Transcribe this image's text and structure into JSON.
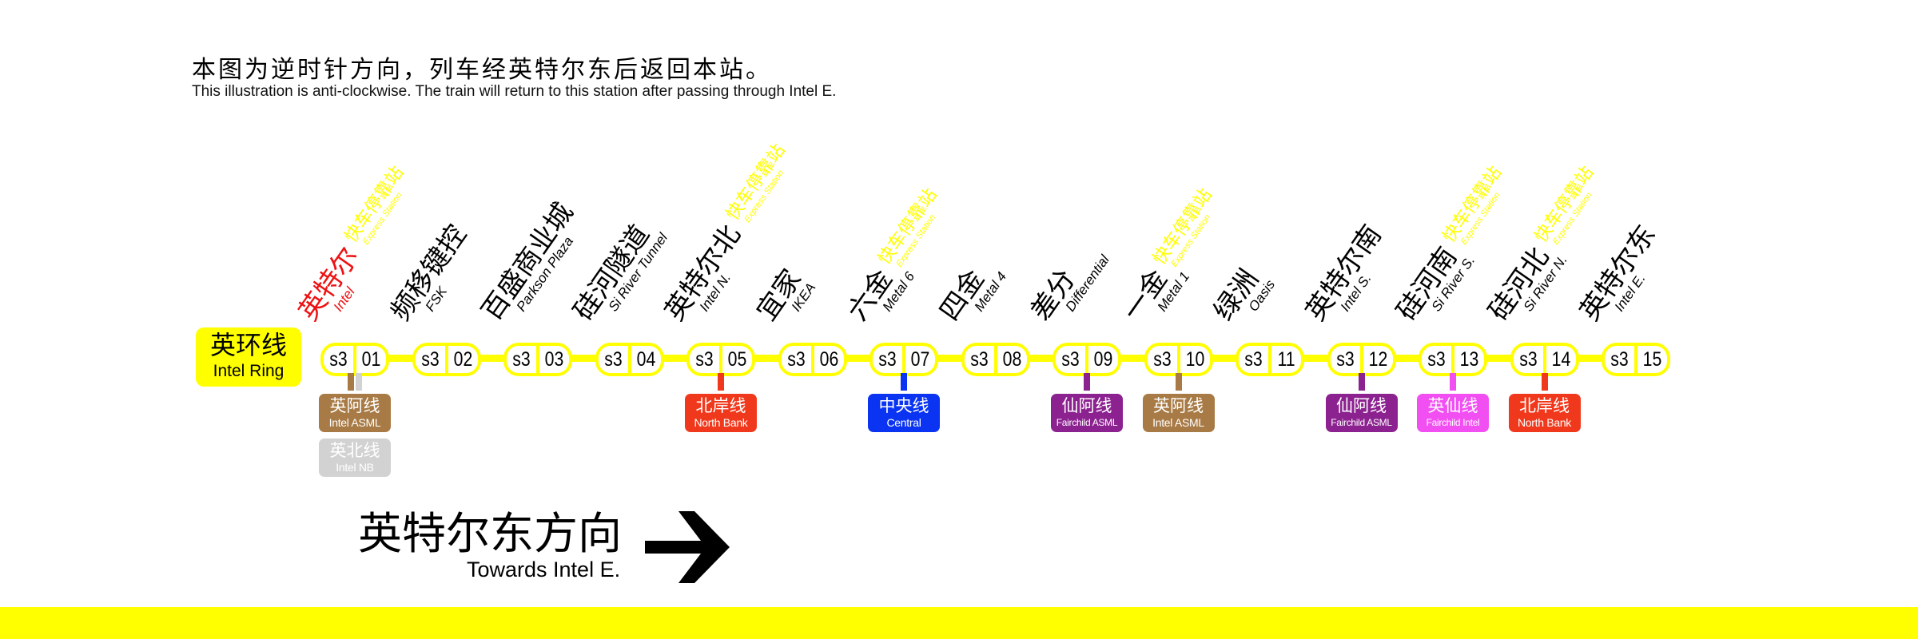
{
  "header": {
    "title_cn": "本图为逆时针方向，列车经英特尔东后返回本站。",
    "title_en": "This illustration is anti-clockwise. The train will return to this station after passing through Intel E."
  },
  "line": {
    "name_cn": "英环线",
    "name_en": "Intel Ring",
    "color": "#ffff00",
    "code": "s3"
  },
  "express": {
    "cn": "快车停靠站",
    "en": "Express Station",
    "color": "#ffff00"
  },
  "stations": [
    {
      "num": "01",
      "cn": "英特尔",
      "en": "Intel",
      "current": true,
      "express": true,
      "transfers": [
        {
          "cn": "英阿线",
          "en": "Intel ASML",
          "color": "#a87a45"
        },
        {
          "cn": "英北线",
          "en": "Intel NB",
          "color": "#d2d2d2"
        }
      ]
    },
    {
      "num": "02",
      "cn": "频移键控",
      "en": "FSK",
      "express": false,
      "transfers": []
    },
    {
      "num": "03",
      "cn": "百盛商业城",
      "en": "Parkson Plaza",
      "express": false,
      "transfers": []
    },
    {
      "num": "04",
      "cn": "硅河隧道",
      "en": "Si River Tunnel",
      "express": false,
      "transfers": []
    },
    {
      "num": "05",
      "cn": "英特尔北",
      "en": "Intel N.",
      "express": true,
      "transfers": [
        {
          "cn": "北岸线",
          "en": "North Bank",
          "color": "#f0391c"
        }
      ]
    },
    {
      "num": "06",
      "cn": "宜家",
      "en": "IKEA",
      "express": false,
      "transfers": []
    },
    {
      "num": "07",
      "cn": "六金",
      "en": "Metal 6",
      "express": true,
      "transfers": [
        {
          "cn": "中央线",
          "en": "Central",
          "color": "#0a34f2"
        }
      ]
    },
    {
      "num": "08",
      "cn": "四金",
      "en": "Metal 4",
      "express": false,
      "transfers": []
    },
    {
      "num": "09",
      "cn": "差分",
      "en": "Differential",
      "express": false,
      "transfers": [
        {
          "cn": "仙阿线",
          "en": "Fairchild ASML",
          "color": "#8c2290"
        }
      ]
    },
    {
      "num": "10",
      "cn": "一金",
      "en": "Metal 1",
      "express": true,
      "transfers": [
        {
          "cn": "英阿线",
          "en": "Intel ASML",
          "color": "#a87a45"
        }
      ]
    },
    {
      "num": "11",
      "cn": "绿洲",
      "en": "Oasis",
      "express": false,
      "transfers": []
    },
    {
      "num": "12",
      "cn": "英特尔南",
      "en": "Intel S.",
      "express": false,
      "transfers": [
        {
          "cn": "仙阿线",
          "en": "Fairchild ASML",
          "color": "#8c2290"
        }
      ]
    },
    {
      "num": "13",
      "cn": "硅河南",
      "en": "Si River S.",
      "express": true,
      "transfers": [
        {
          "cn": "英仙线",
          "en": "Fairchild Intel",
          "color": "#f24ff2"
        }
      ]
    },
    {
      "num": "14",
      "cn": "硅河北",
      "en": "Si River N.",
      "express": true,
      "transfers": [
        {
          "cn": "北岸线",
          "en": "North Bank",
          "color": "#f0391c"
        }
      ]
    },
    {
      "num": "15",
      "cn": "英特尔东",
      "en": "Intel E.",
      "express": false,
      "transfers": []
    }
  ],
  "direction": {
    "cn": "英特尔东方向",
    "en": "Towards Intel E.",
    "icon": "arrow-right-icon"
  }
}
